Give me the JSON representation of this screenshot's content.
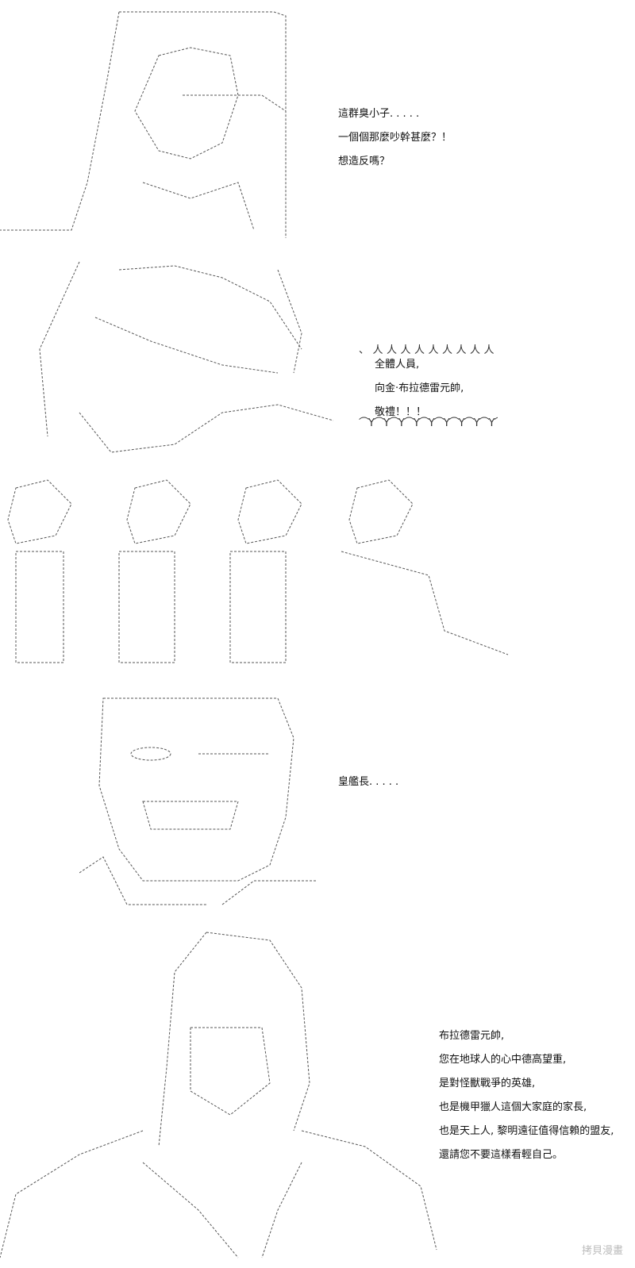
{
  "panels": [
    {
      "lines": [
        "這群臭小子. . . . .",
        "一個個那麼吵幹甚麼？！",
        "想造反嗎？"
      ]
    },
    {
      "bubble_lines": [
        "全體人員,",
        "向金·布拉德雷元帥,",
        "敬禮！！！"
      ]
    },
    {
      "lines": []
    },
    {
      "lines": [
        "皇艦長. . . . ."
      ]
    },
    {
      "lines": [
        "布拉德雷元帥,",
        "您在地球人的心中德高望重,",
        "是對怪獸戰爭的英雄,",
        "也是機甲獵人這個大家庭的家長,",
        "也是天上人, 黎明遠征值得信賴的盟友,",
        "還請您不要這樣看輕自己。"
      ]
    }
  ],
  "watermark": "拷貝漫畫"
}
